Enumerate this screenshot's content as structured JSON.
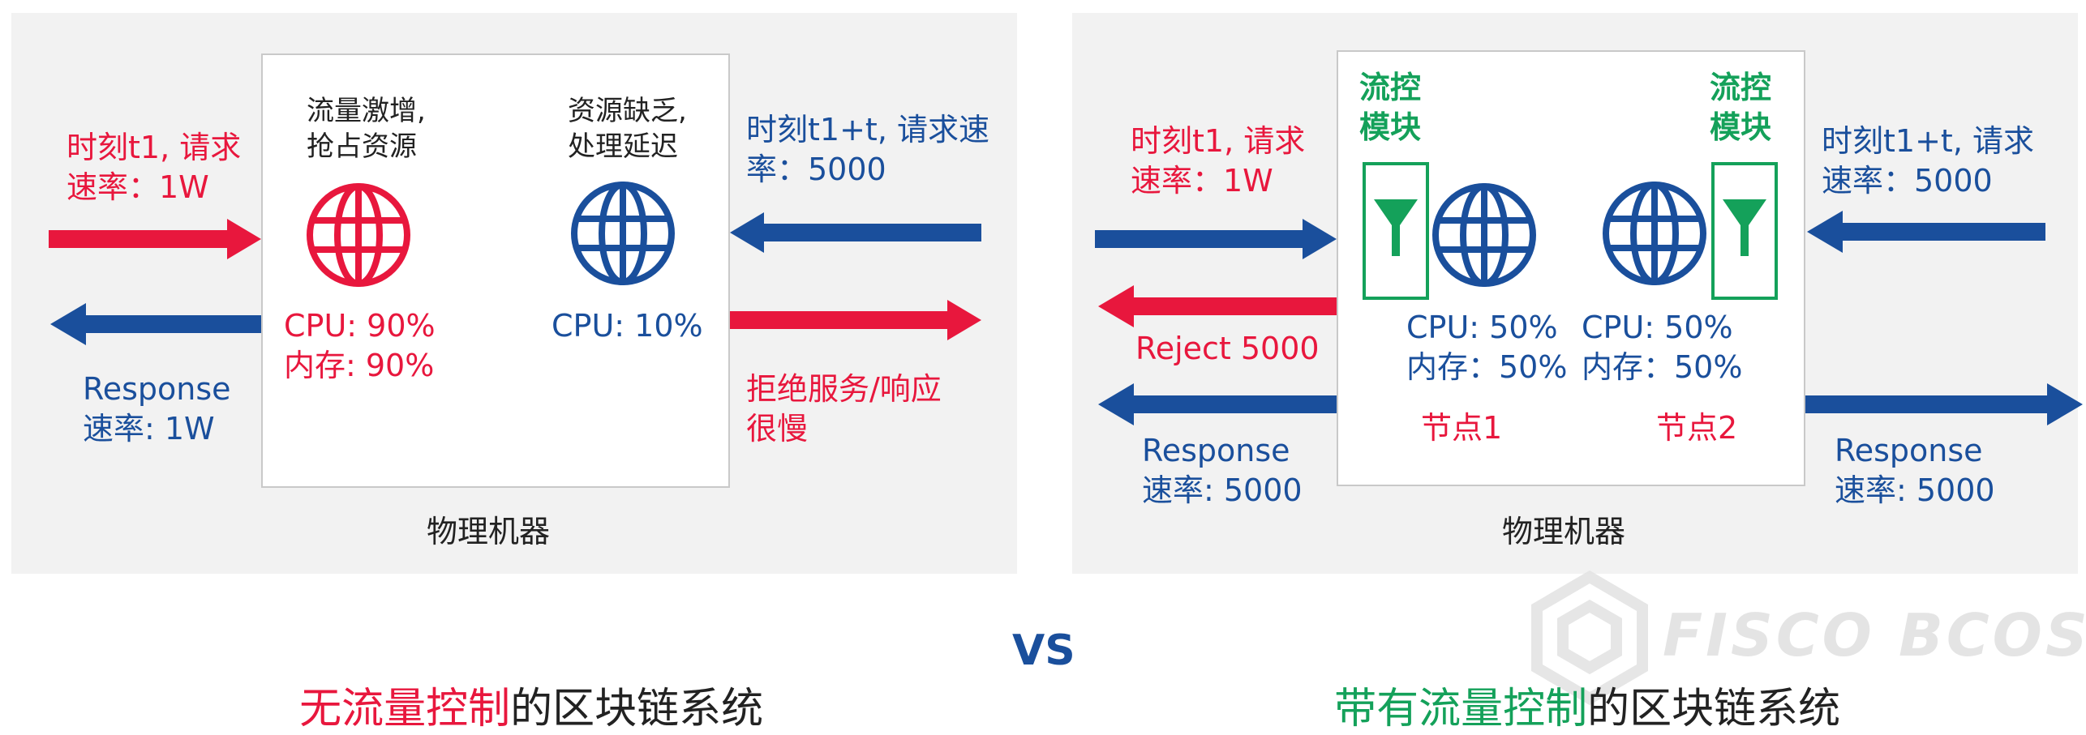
{
  "colors": {
    "red": "#e8173d",
    "blue": "#1a4f9c",
    "green": "#14a15a",
    "panel_bg": "#f2f2f2",
    "text": "#222222"
  },
  "left": {
    "request_label": "时刻t1, 请求\n速率：1W",
    "response_label": "Response\n速率: 1W",
    "node_a_note": "流量激增,\n抢占资源",
    "node_b_note": "资源缺乏,\n处理延迟",
    "node_a_stats": "CPU: 90%\n内存: 90%",
    "node_b_stats": "CPU: 10%",
    "incoming_label": "时刻t1+t, 请求速\n率：5000",
    "rejected_label": "拒绝服务/响应\n很慢",
    "machine_label": "物理机器"
  },
  "right": {
    "request_label": "时刻t1, 请求\n速率：1W",
    "reject_label": "Reject 5000",
    "response_label": "Response\n速率: 5000",
    "flow_module_1": "流控\n模块",
    "flow_module_2": "流控\n模块",
    "node1_stats": "CPU: 50%\n内存：50%",
    "node2_stats": "CPU: 50%\n内存：50%",
    "node1_label": "节点1",
    "node2_label": "节点2",
    "incoming_label": "时刻t1+t, 请求\n速率：5000",
    "outgoing_label": "Response\n速率: 5000",
    "machine_label": "物理机器"
  },
  "captions": {
    "left_highlight": "无流量控制",
    "left_rest": "的区块链系统",
    "vs": "VS",
    "right_highlight": "带有流量控制",
    "right_rest": "的区块链系统"
  },
  "watermark": "FISCO BCOS",
  "icons": {
    "node_icon": "globe-icon",
    "filter_icon": "funnel-icon"
  }
}
